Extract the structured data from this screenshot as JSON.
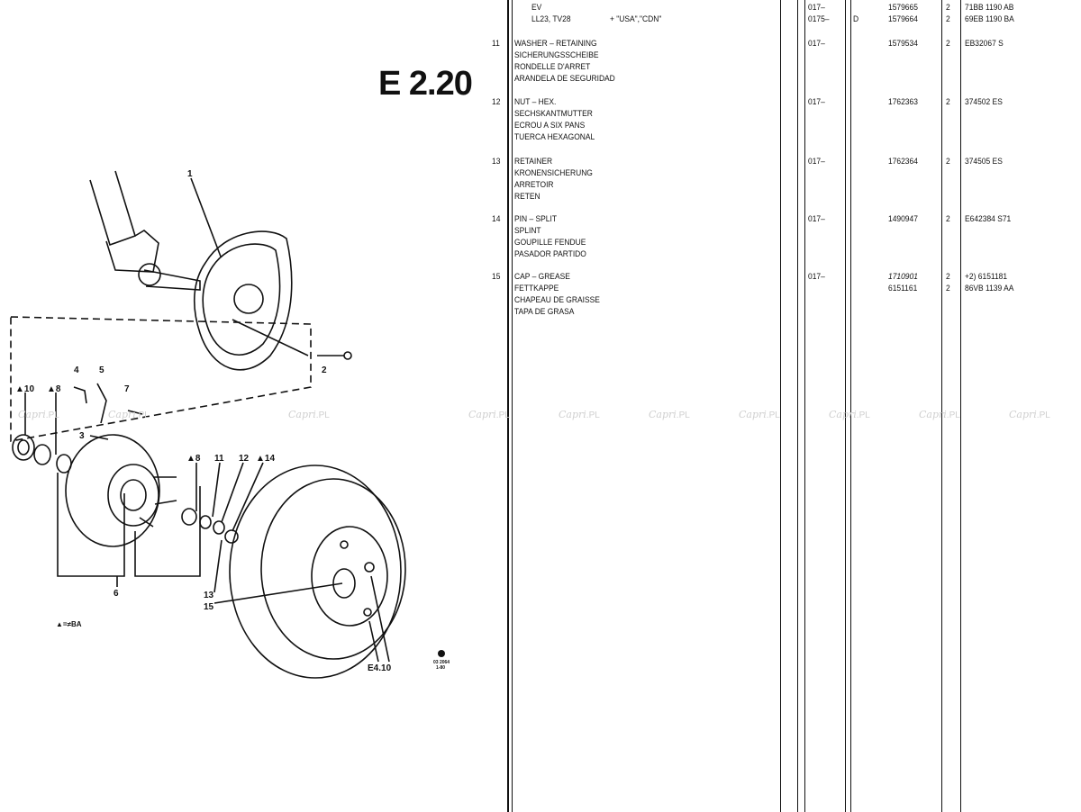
{
  "figure": {
    "code": "E 2.20",
    "stamp_code": "03 2064",
    "stamp_sub": "1-80",
    "legend": "▲=≠BA",
    "callouts": {
      "c1": "1",
      "c2": "2",
      "c3": "3",
      "c4": "4",
      "c5": "5",
      "c6": "6",
      "c7": "7",
      "c8a": "▲8",
      "c8b": "▲8",
      "c10": "▲10",
      "c11": "11",
      "c12": "12",
      "c13": "13",
      "c14": "▲14",
      "c15": "15",
      "ref": "E4.10"
    }
  },
  "watermark": {
    "brand": "Capri",
    "suffix": ".PL"
  },
  "header_rows": {
    "row0": {
      "desc": "EV",
      "code": "017–",
      "part": "1579665",
      "qty": "2",
      "ref": "71BB 1190 AB"
    },
    "row1": {
      "desc": "LL23, TV28",
      "market": "+ \"USA\",\"CDN\"",
      "code": "0175–",
      "flag": "D",
      "part": "1579664",
      "qty": "2",
      "ref": "69EB 1190 BA"
    }
  },
  "parts": [
    {
      "no": "11",
      "lines": [
        "WASHER – RETAINING",
        "SICHERUNGSSCHEIBE",
        "RONDELLE D'ARRET",
        "ARANDELA DE SEGURIDAD"
      ],
      "code": "017–",
      "part": "1579534",
      "qty": "2",
      "ref": "EB32067 S"
    },
    {
      "no": "12",
      "lines": [
        "NUT – HEX.",
        "SECHSKANTMUTTER",
        "ECROU A SIX PANS",
        "TUERCA HEXAGONAL"
      ],
      "code": "017–",
      "part": "1762363",
      "qty": "2",
      "ref": "374502 ES"
    },
    {
      "no": "13",
      "lines": [
        "RETAINER",
        "KRONENSICHERUNG",
        "ARRETOIR",
        "RETEN"
      ],
      "code": "017–",
      "part": "1762364",
      "qty": "2",
      "ref": "374505 ES"
    },
    {
      "no": "14",
      "lines": [
        "PIN – SPLIT",
        "SPLINT",
        "GOUPILLE FENDUE",
        "PASADOR PARTIDO"
      ],
      "code": "017–",
      "part": "1490947",
      "qty": "2",
      "ref": "E642384 S71"
    },
    {
      "no": "15",
      "lines": [
        "CAP – GREASE",
        "FETTKAPPE",
        "CHAPEAU DE GRAISSE",
        "TAPA DE GRASA"
      ],
      "code": "017–",
      "part": "1710901",
      "part2": "6151161",
      "qty": "2",
      "qty2": "2",
      "ref": "+2) 6151181",
      "ref2": "86VB 1139 AA"
    }
  ]
}
